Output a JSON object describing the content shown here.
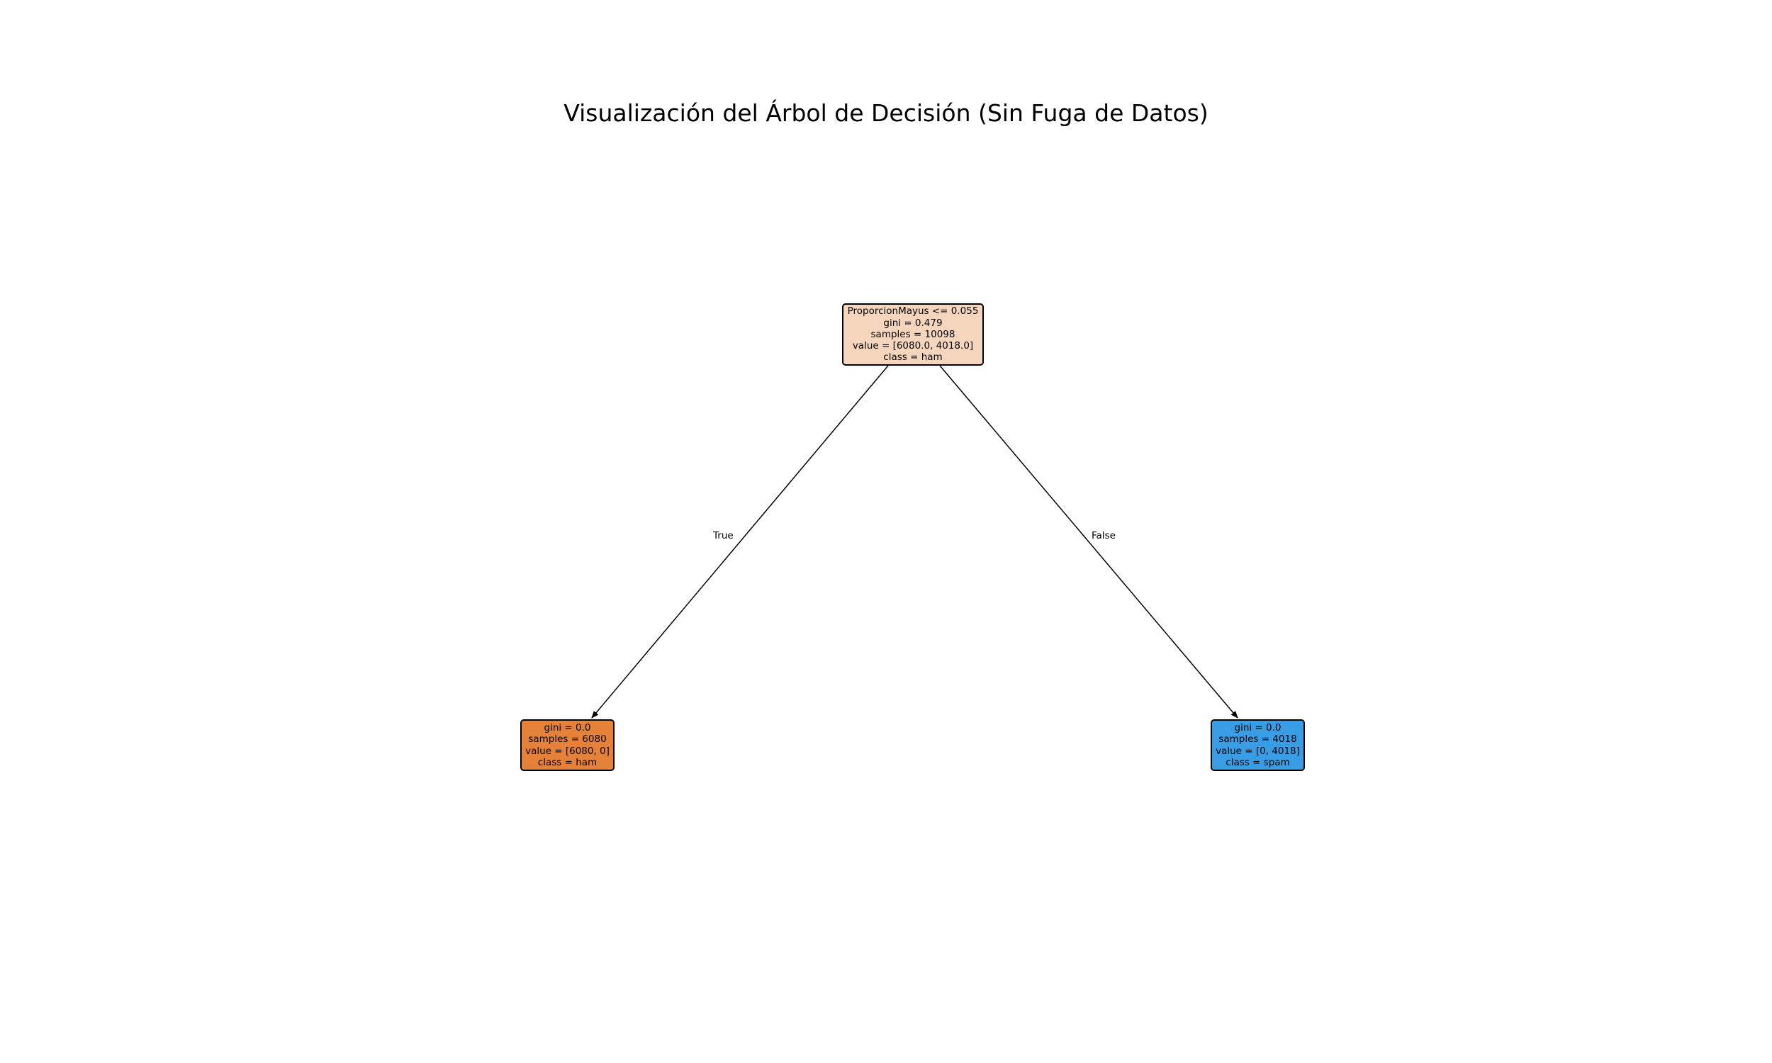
{
  "title": "Visualización del Árbol de Decisión (Sin Fuga de Datos)",
  "tree": {
    "root": {
      "lines": [
        "ProporcionMayus <= 0.055",
        "gini = 0.479",
        "samples = 10098",
        "value = [6080.0, 4018.0]",
        "class = ham"
      ],
      "fill": "#f6d5bd"
    },
    "left": {
      "lines": [
        "gini = 0.0",
        "samples = 6080",
        "value = [6080, 0]",
        "class = ham"
      ],
      "fill": "#e58139"
    },
    "right": {
      "lines": [
        "gini = 0.0",
        "samples = 4018",
        "value = [0, 4018]",
        "class = spam"
      ],
      "fill": "#399de5"
    },
    "edges": {
      "true_label": "True",
      "false_label": "False"
    }
  }
}
